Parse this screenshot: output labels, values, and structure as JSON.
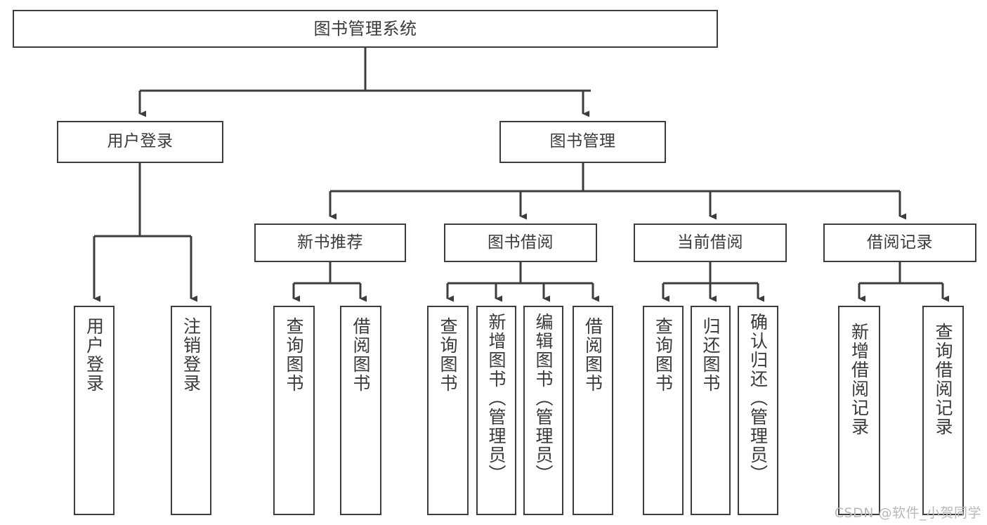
{
  "diagram": {
    "title": "图书管理系统",
    "type": "tree",
    "orientation": "top-down",
    "colors": {
      "stroke": "#3d3d3d",
      "fill": "#ffffff",
      "text": "#3a3a3a",
      "watermark": "#b9b9b9"
    },
    "levels": {
      "root": {
        "label": "图书管理系统"
      },
      "level2": [
        {
          "id": "user-login",
          "label": "用户登录"
        },
        {
          "id": "book-management",
          "label": "图书管理"
        }
      ],
      "level3": [
        {
          "id": "new-book-recommend",
          "label": "新书推荐",
          "parent": "book-management"
        },
        {
          "id": "book-borrow",
          "label": "图书借阅",
          "parent": "book-management"
        },
        {
          "id": "current-borrow",
          "label": "当前借阅",
          "parent": "book-management"
        },
        {
          "id": "borrow-record",
          "label": "借阅记录",
          "parent": "book-management"
        }
      ],
      "leaves": [
        {
          "id": "leaf-user-login",
          "label": "用户登录",
          "parent": "user-login"
        },
        {
          "id": "leaf-user-logout",
          "label": "注销登录",
          "parent": "user-login"
        },
        {
          "id": "leaf-query-book-1",
          "label": "查询图书",
          "parent": "new-book-recommend"
        },
        {
          "id": "leaf-borrow-book-1",
          "label": "借阅图书",
          "parent": "new-book-recommend"
        },
        {
          "id": "leaf-query-book-2",
          "label": "查询图书",
          "parent": "book-borrow"
        },
        {
          "id": "leaf-add-book",
          "label": "新增图书（管理员）",
          "parent": "book-borrow"
        },
        {
          "id": "leaf-edit-book",
          "label": "编辑图书（管理员）",
          "parent": "book-borrow"
        },
        {
          "id": "leaf-borrow-book-2",
          "label": "借阅图书",
          "parent": "book-borrow"
        },
        {
          "id": "leaf-query-book-3",
          "label": "查询图书",
          "parent": "current-borrow"
        },
        {
          "id": "leaf-return-book",
          "label": "归还图书",
          "parent": "current-borrow"
        },
        {
          "id": "leaf-confirm-return",
          "label": "确认归还（管理员）",
          "parent": "current-borrow"
        },
        {
          "id": "leaf-add-record",
          "label": "新增借阅记录",
          "parent": "borrow-record"
        },
        {
          "id": "leaf-query-record",
          "label": "查询借阅记录",
          "parent": "borrow-record"
        }
      ]
    },
    "watermark": "CSDN @软件_小贺同学"
  }
}
